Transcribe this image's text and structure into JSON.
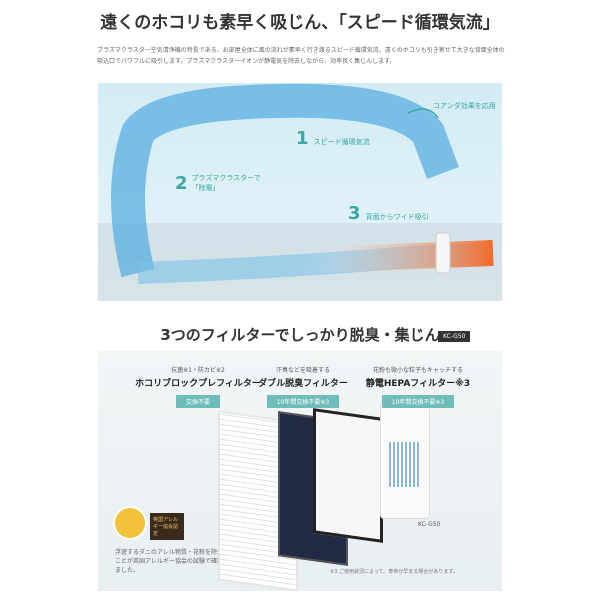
{
  "title": "遠くのホコリも素早く吸じん、「スピード循環気流」",
  "intro": "プラズマクラスター空気清浄機の特長である、お部屋全体に風の流れが素早く行き渡るスピード循環気流。遠くのホコリも引き寄せて大きな背面全体の吸込口でパワフルに吸引します。プラズマクラスターイオンが静電気を除去しながら、効率良く集じんします。",
  "diagram": {
    "coanda": "コアンダ効果を応用",
    "steps": [
      {
        "num": "1",
        "label": "スピード循環気流"
      },
      {
        "num": "2",
        "label": "プラズマクラスターで「除電」"
      },
      {
        "num": "3",
        "label": "背面からワイド吸引"
      }
    ]
  },
  "subtitle": "3つのフィルターでしっかり脱臭・集じん",
  "model_badge": "KC-G50",
  "filters": [
    {
      "caption": "抗菌※1・防カビ※2",
      "name": "ホコリブロックプレフィルター",
      "badge": "交換不要"
    },
    {
      "caption": "汗臭などを吸着する",
      "name": "ダブル脱臭フィルター",
      "badge": "10年間交換不要※3"
    },
    {
      "caption": "花粉も微小な粒子もキャッチする",
      "name": "静電HEPAフィルター※3",
      "badge": "10年間交換不要※3"
    }
  ],
  "product_label": "KC-G50",
  "seal_text": "英国アレルギー協会認定",
  "allergy_note": "浮遊するダニのアレル物質・花粉を除去することが英国アレルギー協会の試験で確認されました。",
  "footnote": "※3 ご使用状況によって、寿命が早まる場合があります。",
  "colors": {
    "accent": "#6fbdb8",
    "airflow": "#4aa3d8",
    "warm": "#f06a2a"
  }
}
